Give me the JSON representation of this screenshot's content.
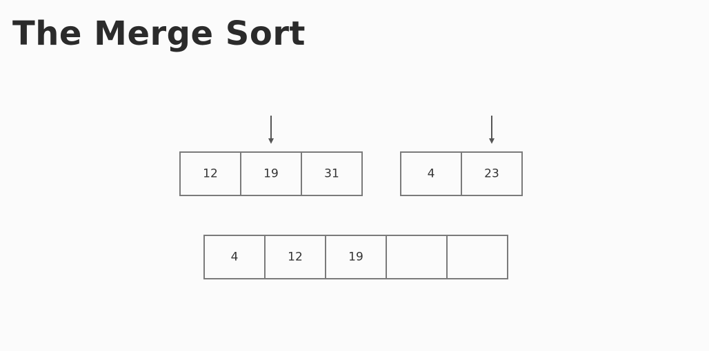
{
  "title": "The Merge Sort",
  "left_array": {
    "cells": [
      "12",
      "19",
      "31"
    ],
    "pointer_index": 1
  },
  "right_array": {
    "cells": [
      "4",
      "23"
    ],
    "pointer_index": 1
  },
  "merged_array": {
    "cells": [
      "4",
      "12",
      "19",
      "",
      ""
    ]
  },
  "colors": {
    "cell_border": "#7a7a7a",
    "text": "#333333",
    "pointer": "#555555",
    "background": "#fbfbfb"
  }
}
